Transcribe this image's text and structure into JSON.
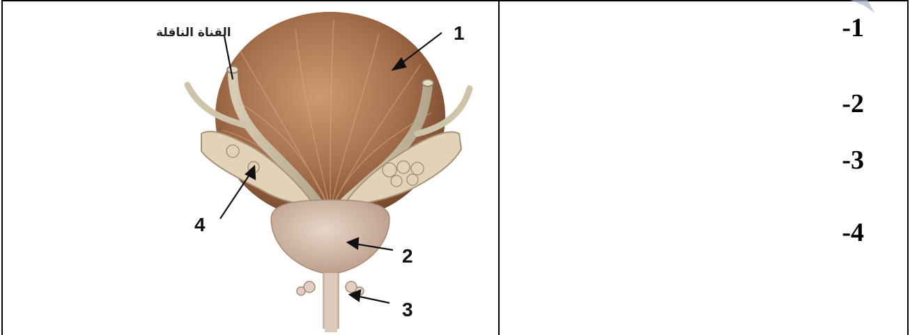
{
  "figure": {
    "vas_deferens_label": "القناة الناقلة",
    "callouts": [
      "1",
      "2",
      "3",
      "4"
    ]
  },
  "answers": {
    "items": [
      "-1",
      "-2",
      "-3",
      "-4"
    ]
  }
}
